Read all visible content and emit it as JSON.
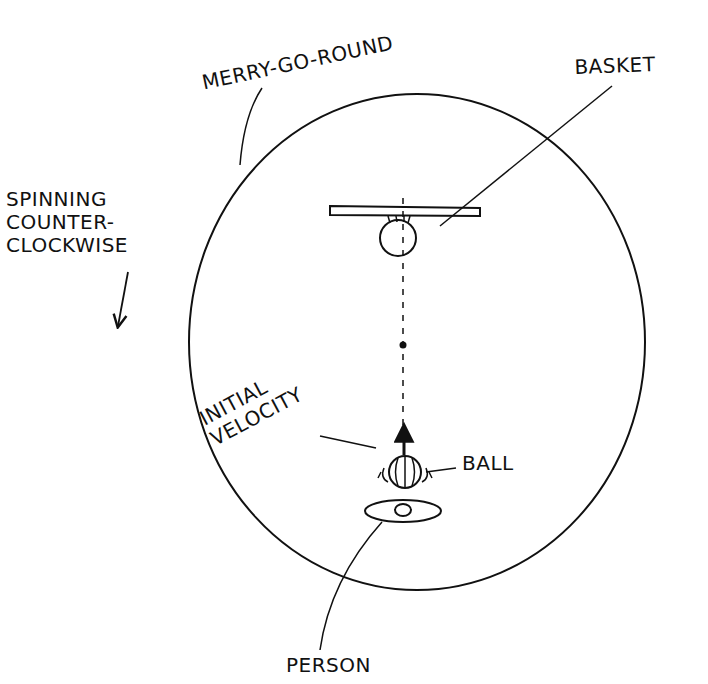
{
  "diagram": {
    "labels": [
      "MERRY-GO-ROUND",
      "BASKET",
      "SPINNING COUNTER-CLOCKWISE",
      "INITIAL VELOCITY",
      "BALL",
      "PERSON"
    ]
  }
}
